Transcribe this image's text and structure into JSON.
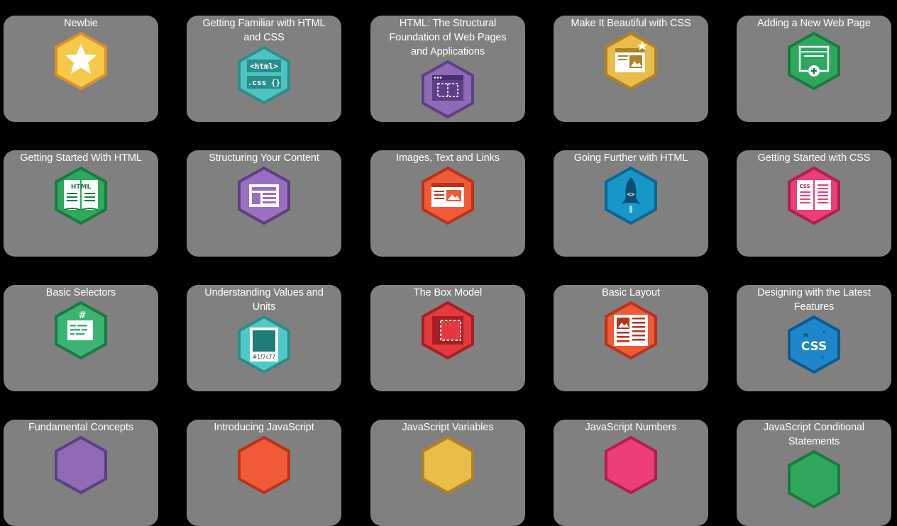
{
  "badges": [
    {
      "title": "Newbie",
      "icon": "star-icon",
      "fill": "#f7c948",
      "border": "#e08e2b"
    },
    {
      "title": "Getting Familiar with HTML and CSS",
      "icon": "html-css-code-icon",
      "fill": "#4ec3c2",
      "border": "#2a8e8c"
    },
    {
      "title": "HTML: The Structural Foundation of Web Pages and Applications",
      "icon": "browser-layout-icon",
      "fill": "#8e6bb4",
      "border": "#5d3f84"
    },
    {
      "title": "Make It Beautiful with CSS",
      "icon": "browser-image-icon",
      "fill": "#eabc4a",
      "border": "#b08225"
    },
    {
      "title": "Adding a New Web Page",
      "icon": "new-page-icon",
      "fill": "#2fa85e",
      "border": "#1a7a41"
    },
    {
      "title": "Getting Started With HTML",
      "icon": "html-book-icon",
      "fill": "#2fa85e",
      "border": "#1a7a41"
    },
    {
      "title": "Structuring Your Content",
      "icon": "layout-structure-icon",
      "fill": "#9a6fc0",
      "border": "#5d3f84"
    },
    {
      "title": "Images, Text and Links",
      "icon": "webpage-media-icon",
      "fill": "#f05a36",
      "border": "#b8331a"
    },
    {
      "title": "Going Further with HTML",
      "icon": "rocket-icon",
      "fill": "#1796c8",
      "border": "#0d6690"
    },
    {
      "title": "Getting Started with CSS",
      "icon": "css-book-icon",
      "fill": "#ec3f77",
      "border": "#b01f50"
    },
    {
      "title": "Basic Selectors",
      "icon": "selector-hash-icon",
      "fill": "#3bb373",
      "border": "#1a7a41"
    },
    {
      "title": "Understanding Values and Units",
      "icon": "color-swatch-icon",
      "fill": "#4ec9c7",
      "border": "#2a8e8c"
    },
    {
      "title": "The Box Model",
      "icon": "box-model-icon",
      "fill": "#e23a3f",
      "border": "#a51f24"
    },
    {
      "title": "Basic Layout",
      "icon": "layout-columns-icon",
      "fill": "#f05a36",
      "border": "#b8331a"
    },
    {
      "title": "Designing with the Latest Features",
      "icon": "css3-icon",
      "fill": "#1f86c9",
      "border": "#0d5a90"
    },
    {
      "title": "Fundamental Concepts",
      "icon": "concepts-icon",
      "fill": "#8e6bb4",
      "border": "#5d3f84"
    },
    {
      "title": "Introducing JavaScript",
      "icon": "javascript-icon",
      "fill": "#f05a36",
      "border": "#b8331a"
    },
    {
      "title": "JavaScript Variables",
      "icon": "variables-icon",
      "fill": "#eabc4a",
      "border": "#b08225"
    },
    {
      "title": "JavaScript Numbers",
      "icon": "numbers-icon",
      "fill": "#ec3f77",
      "border": "#b01f50"
    },
    {
      "title": "JavaScript Conditional Statements",
      "icon": "conditional-icon",
      "fill": "#2fa85e",
      "border": "#1a7a41"
    }
  ]
}
